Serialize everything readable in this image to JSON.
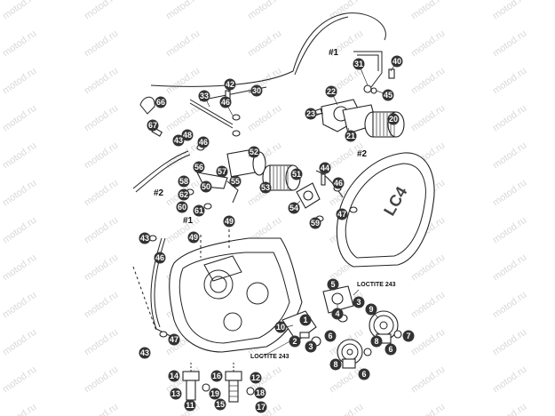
{
  "watermark": "motod.ru",
  "notes": {
    "loctite_top": "LOCTITE 243",
    "loctite_bottom": "LOCTITE 243",
    "ref1_a": "#1",
    "ref1_b": "#1",
    "ref2_a": "#2",
    "ref2_b": "#2"
  },
  "callouts": [
    {
      "id": "c40",
      "label": "40"
    },
    {
      "id": "c31",
      "label": "31"
    },
    {
      "id": "c45",
      "label": "45"
    },
    {
      "id": "c22",
      "label": "22"
    },
    {
      "id": "c23",
      "label": "23"
    },
    {
      "id": "c20",
      "label": "20"
    },
    {
      "id": "c21",
      "label": "21"
    },
    {
      "id": "c42",
      "label": "42"
    },
    {
      "id": "c30",
      "label": "30"
    },
    {
      "id": "c33",
      "label": "33"
    },
    {
      "id": "c46a",
      "label": "46"
    },
    {
      "id": "c66",
      "label": "66"
    },
    {
      "id": "c67",
      "label": "67"
    },
    {
      "id": "c48",
      "label": "48"
    },
    {
      "id": "c43a",
      "label": "43"
    },
    {
      "id": "c46b",
      "label": "46"
    },
    {
      "id": "c52",
      "label": "52"
    },
    {
      "id": "c56",
      "label": "56"
    },
    {
      "id": "c51",
      "label": "51"
    },
    {
      "id": "c44",
      "label": "44"
    },
    {
      "id": "c57",
      "label": "57"
    },
    {
      "id": "c55",
      "label": "55"
    },
    {
      "id": "c53",
      "label": "53"
    },
    {
      "id": "c54",
      "label": "54"
    },
    {
      "id": "c58",
      "label": "58"
    },
    {
      "id": "c50",
      "label": "50"
    },
    {
      "id": "c46c",
      "label": "46"
    },
    {
      "id": "c62",
      "label": "62"
    },
    {
      "id": "c60",
      "label": "60"
    },
    {
      "id": "c61",
      "label": "61"
    },
    {
      "id": "c59",
      "label": "59"
    },
    {
      "id": "c47a",
      "label": "47"
    },
    {
      "id": "c49a",
      "label": "49"
    },
    {
      "id": "c43b",
      "label": "43"
    },
    {
      "id": "c49b",
      "label": "49"
    },
    {
      "id": "c46d",
      "label": "46"
    },
    {
      "id": "c5",
      "label": "5"
    },
    {
      "id": "c3a",
      "label": "3"
    },
    {
      "id": "c4",
      "label": "4"
    },
    {
      "id": "c10",
      "label": "10"
    },
    {
      "id": "c1",
      "label": "1"
    },
    {
      "id": "c2",
      "label": "2"
    },
    {
      "id": "c6a",
      "label": "6"
    },
    {
      "id": "c3b",
      "label": "3"
    },
    {
      "id": "c9",
      "label": "9"
    },
    {
      "id": "c7",
      "label": "7"
    },
    {
      "id": "c6b",
      "label": "6"
    },
    {
      "id": "c8a",
      "label": "8"
    },
    {
      "id": "c8b",
      "label": "8"
    },
    {
      "id": "c6c",
      "label": "6"
    },
    {
      "id": "c43c",
      "label": "43"
    },
    {
      "id": "c47b",
      "label": "47"
    },
    {
      "id": "c14",
      "label": "14"
    },
    {
      "id": "c16",
      "label": "16"
    },
    {
      "id": "c12",
      "label": "12"
    },
    {
      "id": "c13",
      "label": "13"
    },
    {
      "id": "c19",
      "label": "19"
    },
    {
      "id": "c15",
      "label": "15"
    },
    {
      "id": "c18",
      "label": "18"
    },
    {
      "id": "c17",
      "label": "17"
    },
    {
      "id": "c11",
      "label": "11"
    }
  ]
}
